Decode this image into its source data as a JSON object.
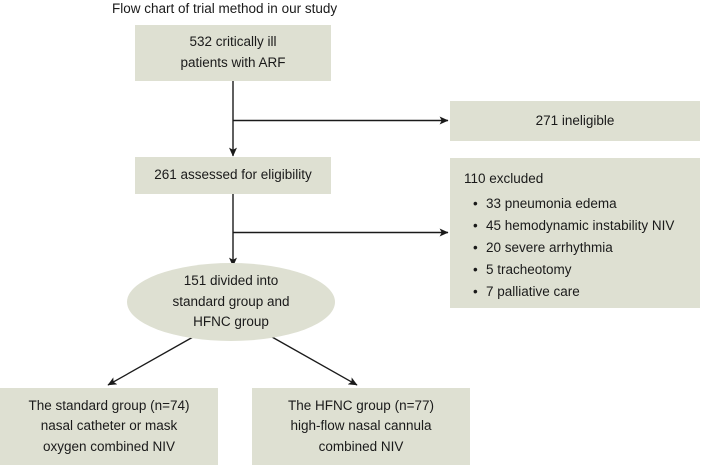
{
  "title": "Flow chart of trial method in our study",
  "colors": {
    "node_fill": "#dee0d2",
    "text": "#1a1a1a",
    "edge": "#1a1a1a",
    "background": "#ffffff"
  },
  "nodes": {
    "enrolled": {
      "shape": "rectangle",
      "lines": [
        "532 critically ill",
        "patients with ARF"
      ]
    },
    "ineligible": {
      "shape": "rectangle",
      "lines": [
        "271 ineligible"
      ]
    },
    "assessed": {
      "shape": "rectangle",
      "lines": [
        "261 assessed for eligibility"
      ]
    },
    "excluded": {
      "shape": "rectangle",
      "heading": "110 excluded",
      "items": [
        "33 pneumonia edema",
        "45 hemodynamic instability NIV",
        "20 severe arrhythmia",
        "5 tracheotomy",
        "7 palliative care"
      ]
    },
    "randomized": {
      "shape": "ellipse",
      "lines": [
        "151 divided into",
        "standard group and",
        "HFNC group"
      ]
    },
    "standard_group": {
      "shape": "rectangle",
      "lines": [
        "The standard group (n=74)",
        "nasal catheter or mask",
        "oxygen combined NIV"
      ]
    },
    "hfnc_group": {
      "shape": "rectangle",
      "lines": [
        "The HFNC group (n=77)",
        "high-flow nasal cannula",
        "combined NIV"
      ]
    }
  },
  "edges": [
    {
      "name": "enrolled-to-assessed",
      "from": "enrolled",
      "to": "assessed"
    },
    {
      "name": "enrolled-to-ineligible",
      "from": "enrolled",
      "to": "ineligible"
    },
    {
      "name": "assessed-to-randomized",
      "from": "assessed",
      "to": "randomized"
    },
    {
      "name": "assessed-to-excluded",
      "from": "assessed",
      "to": "excluded"
    },
    {
      "name": "randomized-to-standard-group",
      "from": "randomized",
      "to": "standard_group"
    },
    {
      "name": "randomized-to-hfnc-group",
      "from": "randomized",
      "to": "hfnc_group"
    }
  ]
}
